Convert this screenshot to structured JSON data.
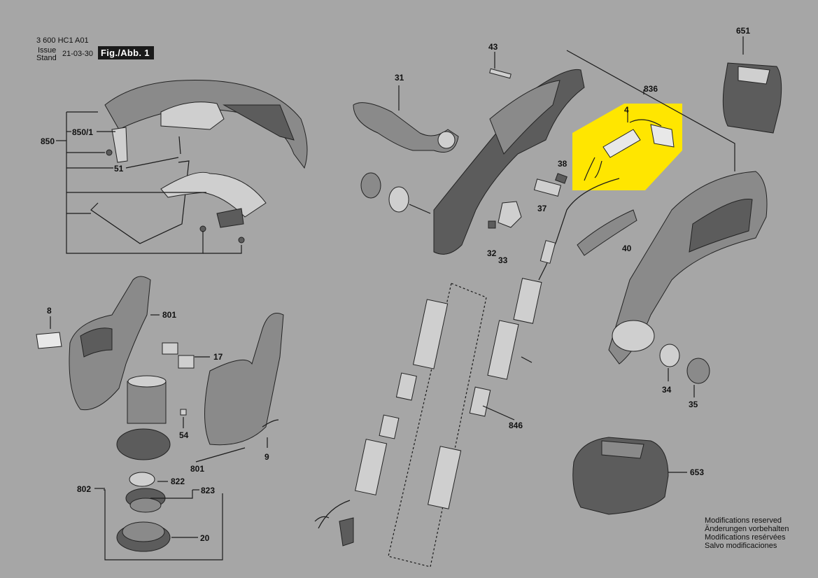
{
  "header": {
    "doc_number": "3 600 HC1 A01",
    "issue_label": "Issue",
    "stand_label": "Stand",
    "date": "21-03-30",
    "figure": "Fig./Abb. 1"
  },
  "parts": {
    "p43": "43",
    "p31": "31",
    "p651": "651",
    "p836": "836",
    "p4": "4",
    "p850": "850",
    "p850_1": "850/1",
    "p51": "51",
    "p38": "38",
    "p37": "37",
    "p40": "40",
    "p32": "32",
    "p33": "33",
    "p8": "8",
    "p801a": "801",
    "p17": "17",
    "p54": "54",
    "p801b": "801",
    "p9": "9",
    "p802": "802",
    "p822": "822",
    "p823": "823",
    "p20": "20",
    "p846": "846",
    "p34": "34",
    "p35": "35",
    "p653": "653"
  },
  "notes": {
    "line1": "Modifications reserved",
    "line2": "Änderungen vorbehalten",
    "line3": "Modifications resérvées",
    "line4": "Salvo modificaciones"
  },
  "colors": {
    "background": "#a6a6a6",
    "part_fill": "#5c5c5c",
    "part_light": "#cfcfcf",
    "highlight": "#ffe600"
  }
}
